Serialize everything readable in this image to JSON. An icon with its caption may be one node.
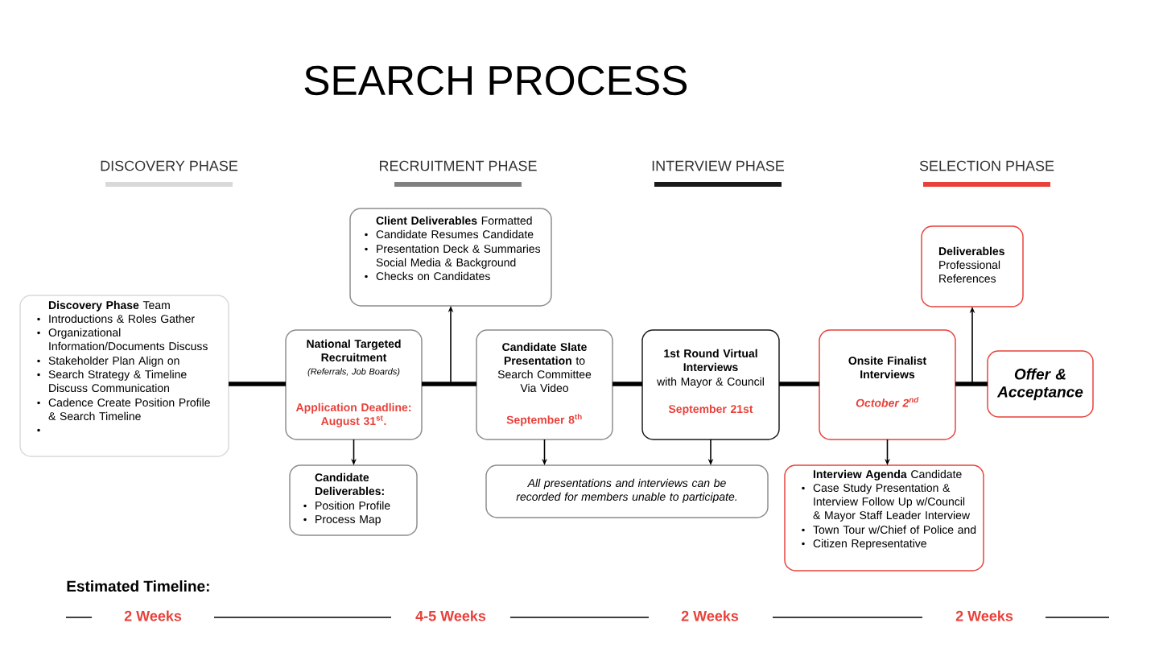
{
  "diagram": {
    "title": "SEARCH PROCESS",
    "nodes": [
      {
        "text": [
          "**Discovery Phase** Team",
          "Introductions & Roles Gather",
          "Organizational Information/Documents Discuss",
          "Stakeholder Plan Align on",
          "Search Strategy & Timeline Discuss Communication",
          "Cadence Create Position Profile & Search Timeline"
        ]
      },
      {
        "text": [
          "National Targeted Recruitment",
          "(Referrals, Job Boards)",
          "Application Deadline: August 31$^{st}$."
        ]
      },
      {
        "text": [
          "Candidate Deliverables:",
          "Position Profile",
          "Process Map"
        ]
      },
      {
        "text": [
          "**Client Deliverables** Formatted",
          "Candidate Resumes Candidate",
          "Presentation Deck & Summaries Social Media & Background",
          "Checks on Candidates"
        ]
      },
      {
        "text": [
          "**Candidate Slate Presentation** to Search Committee Via Video",
          "September 8$^{th}$"
        ]
      },
      {
        "text": [
          "1st Round Virtual Interviews",
          "with Mayor & Council",
          "September 21st"
        ]
      },
      {
        "text": [
          "All presentations and interviews can be recorded for members unable to participate."
        ]
      },
      {
        "text": [
          "Onsite Finalist Interviews",
          "October 2$^{nd}$"
        ]
      },
      {
        "text": [
          "**Interview Agenda** Candidate",
          "Case Study Presentation & Interview Follow Up w/Council & Mayor Staff Leader Interview",
          "Town Tour w/Chief of Police and",
          "Citizen Representative"
        ]
      },
      {
        "text": [
          "**Deliverables** Professional References"
        ]
      },
      {
        "text": [
          "Offer & Acceptance"
        ]
      }
    ],
    "edges": [
      {
        "from": 0,
        "to": 1,
        "arrow": "none",
        "style": "thick"
      },
      {
        "from": 1,
        "to": 4,
        "arrow": "none",
        "style": "thick"
      },
      {
        "from": 1,
        "to": 3,
        "arrow": "to"
      },
      {
        "from": 1,
        "to": 2,
        "arrow": "to"
      },
      {
        "from": 4,
        "to": 5,
        "arrow": "none",
        "style": "thick"
      },
      {
        "from": 4,
        "to": 6,
        "arrow": "to"
      },
      {
        "from": 5,
        "to": 6,
        "arrow": "to"
      },
      {
        "from": 5,
        "to": 7,
        "arrow": "none",
        "style": "thick"
      },
      {
        "from": 7,
        "to": 8,
        "arrow": "to"
      },
      {
        "from": 7,
        "to": 10,
        "arrow": "none",
        "style": "thick"
      },
      {
        "from": 7,
        "to": 9,
        "arrow": "to"
      }
    ],
    "labels": [
      "Estimated Timeline:",
      "2 Weeks",
      "4-5 Weeks",
      "2 Weeks",
      "2 Weeks"
    ],
    "legend": [
      {
        "text": "DISCOVERY PHASE",
        "color": "#d9d9d9"
      },
      {
        "text": "RECRUITMENT PHASE",
        "color": "#808080"
      },
      {
        "text": "INTERVIEW PHASE",
        "color": "#1a1a1a"
      },
      {
        "text": "SELECTION PHASE",
        "color": "#e8413a"
      }
    ]
  }
}
